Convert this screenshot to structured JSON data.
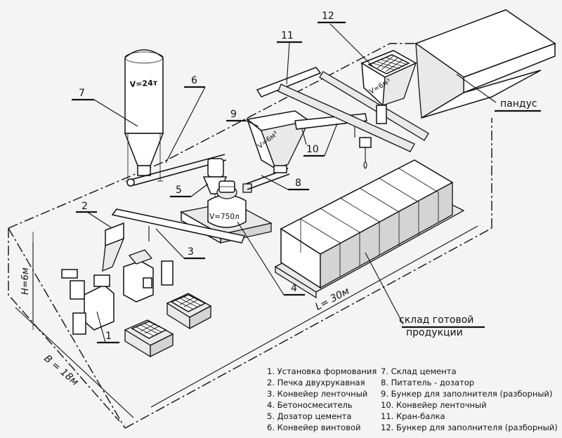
{
  "callouts": [
    "1",
    "2",
    "3",
    "4",
    "5",
    "6",
    "7",
    "8",
    "9",
    "10",
    "11",
    "12"
  ],
  "volumes": {
    "cement_silo": "V=24т",
    "mixer": "V=750л",
    "bin_9": "V=6м³",
    "bin_12": "V=6м³"
  },
  "dimensions": {
    "height": "H=6м",
    "width": "B = 18м",
    "length": "L= 30м"
  },
  "labels": {
    "ramp": "пандус",
    "warehouse_line1": "склад готовой",
    "warehouse_line2": "продукции"
  },
  "legend": {
    "left": [
      "1. Установка формования",
      "2. Печка двухрукавная",
      "3. Конвейер ленточный",
      "4. Бетоносмеситель",
      "5. Дозатор цемента",
      "6. Конвейер винтовой"
    ],
    "right": [
      "7. Склад цемента",
      "8. Питатель - дозатор",
      "9. Бункер для заполнителя (разборный)",
      "10. Конвейер ленточный",
      "11. Кран-балка",
      "12. Бункер для заполнителя (разборный)"
    ]
  }
}
